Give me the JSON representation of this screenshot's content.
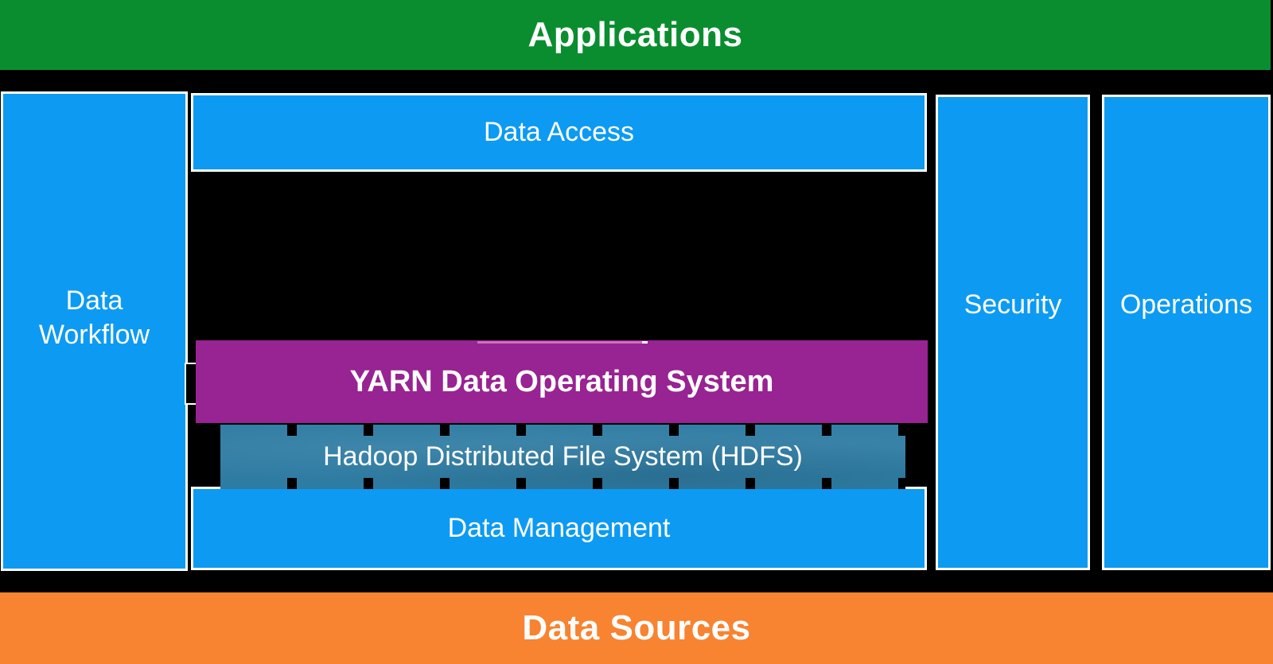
{
  "diagram": {
    "bars": {
      "applications": "Applications",
      "data_access": "Data Access",
      "data_workflow": "Data Workflow",
      "security": "Security",
      "operations": "Operations",
      "yarn": "YARN Data Operating System",
      "hdfs": "Hadoop Distributed File System (HDFS)",
      "data_management": "Data Management",
      "data_sources": "Data Sources"
    },
    "colors": {
      "background": "#000000",
      "applications_green": "#0A8D2F",
      "box_blue": "#0D9AF2",
      "yarn_purple": "#982392",
      "hdfs_teal": "#2F7CA3",
      "data_sources_orange": "#F88331",
      "border_white": "#FFFFFF",
      "text": "#FFFFFF"
    }
  }
}
